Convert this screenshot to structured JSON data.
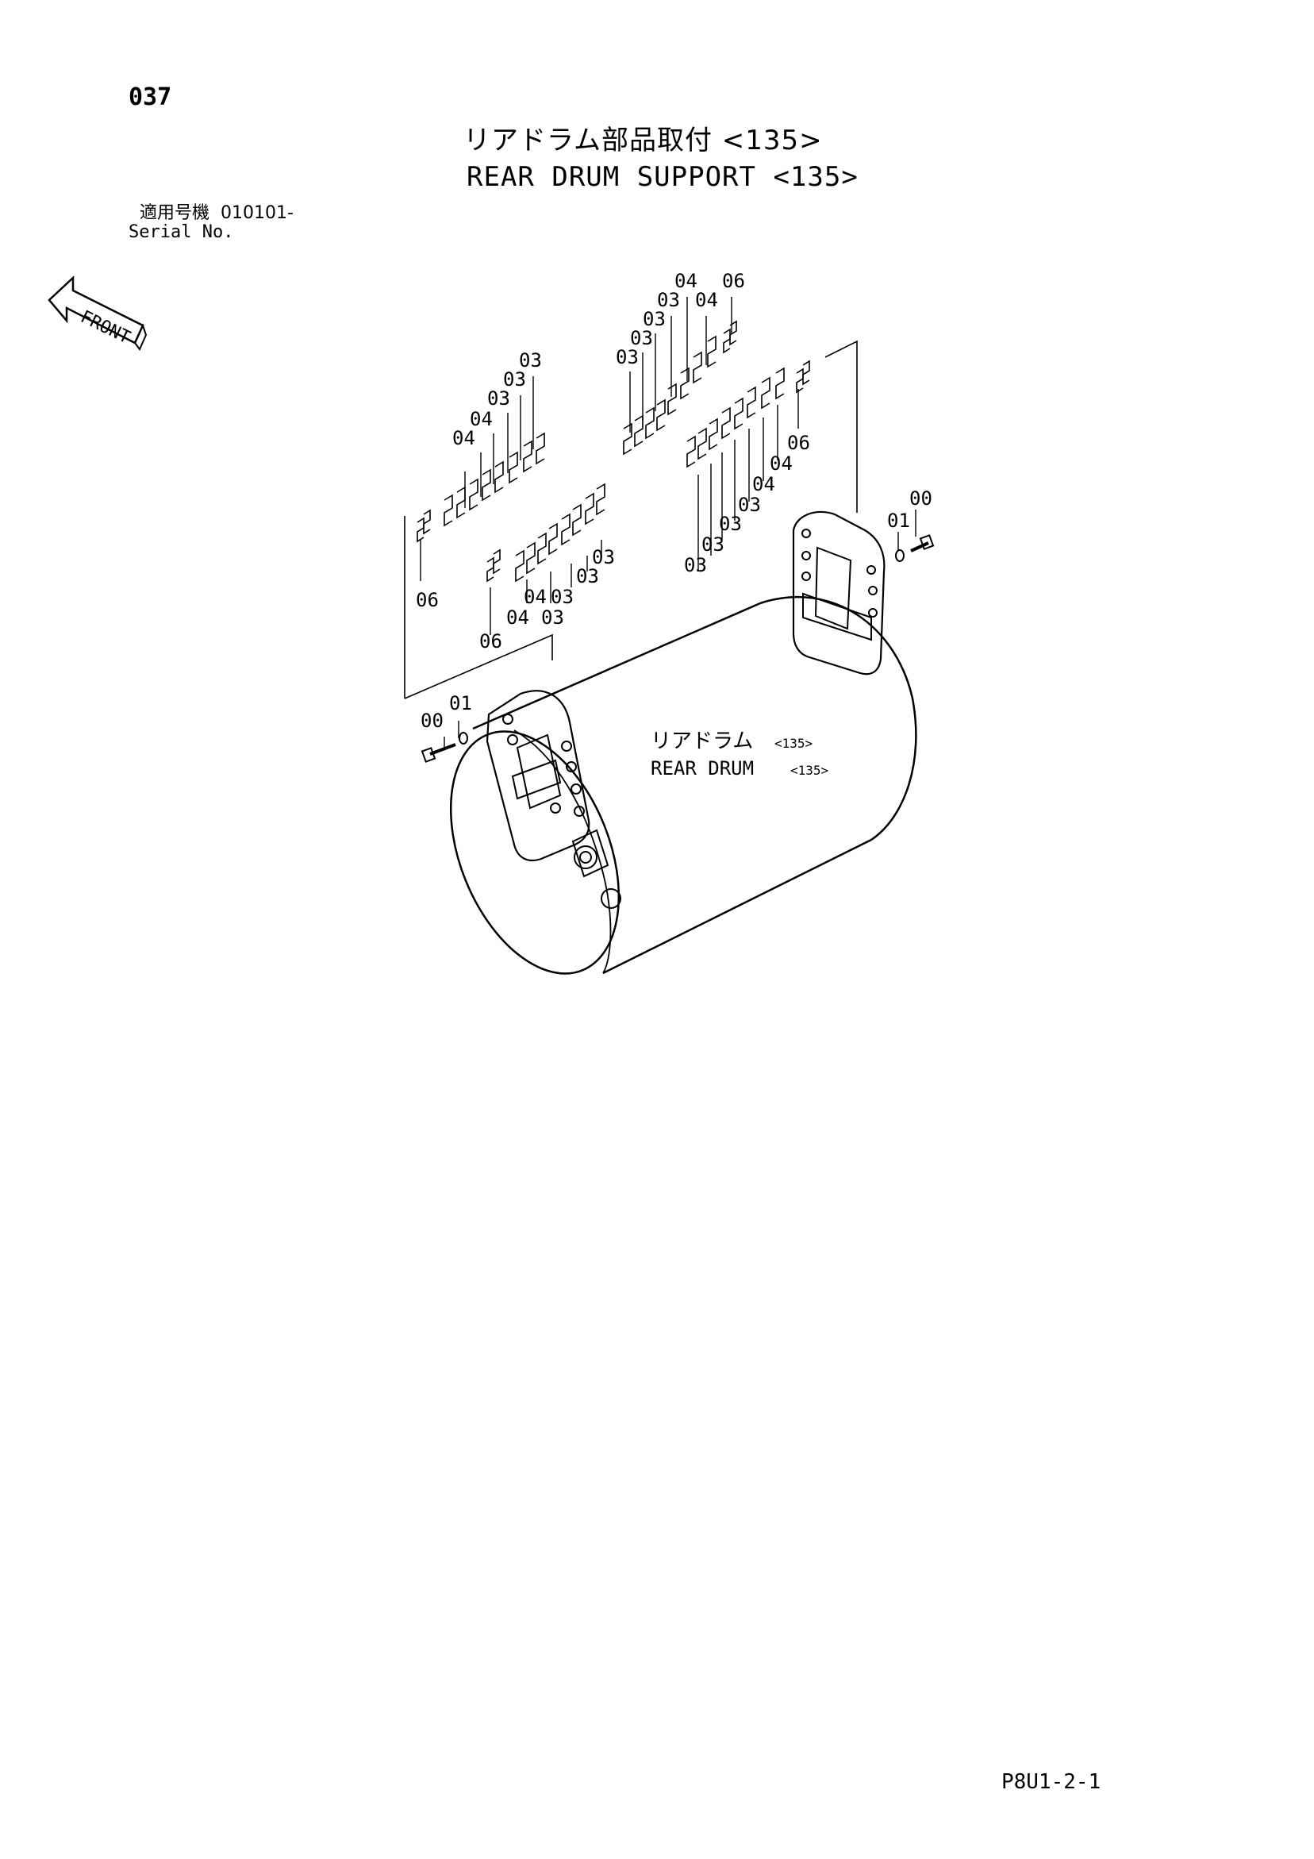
{
  "page": {
    "number": "037",
    "title_jp": "リアドラム部品取付 <135>",
    "title_en": "REAR DRUM SUPPORT <135>",
    "serial_label_jp": "適用号機",
    "serial_value": "010101-",
    "serial_label_en": "Serial No.",
    "doc_code": "P8U1-2-1"
  },
  "diagram": {
    "front_label": "FRONT",
    "drum_label_jp": "リアドラム",
    "drum_label_en": "REAR DRUM",
    "drum_code": "<135>",
    "callouts": {
      "c1": "04",
      "c2": "06",
      "c3": "03",
      "c4": "04",
      "c5": "03",
      "c6": "03",
      "c7": "03",
      "c8": "03",
      "c9": "03",
      "c10": "03",
      "c11": "04",
      "c12": "04",
      "c13": "06",
      "c14": "06",
      "c15": "04",
      "c16": "03",
      "c17": "04",
      "c18": "03",
      "c19": "03",
      "c20": "03",
      "c21": "06",
      "c22": "04",
      "c23": "04",
      "c24": "03",
      "c25": "03",
      "c26": "03",
      "c27": "03",
      "c28": "00",
      "c29": "01",
      "c30": "00",
      "c31": "01"
    }
  }
}
